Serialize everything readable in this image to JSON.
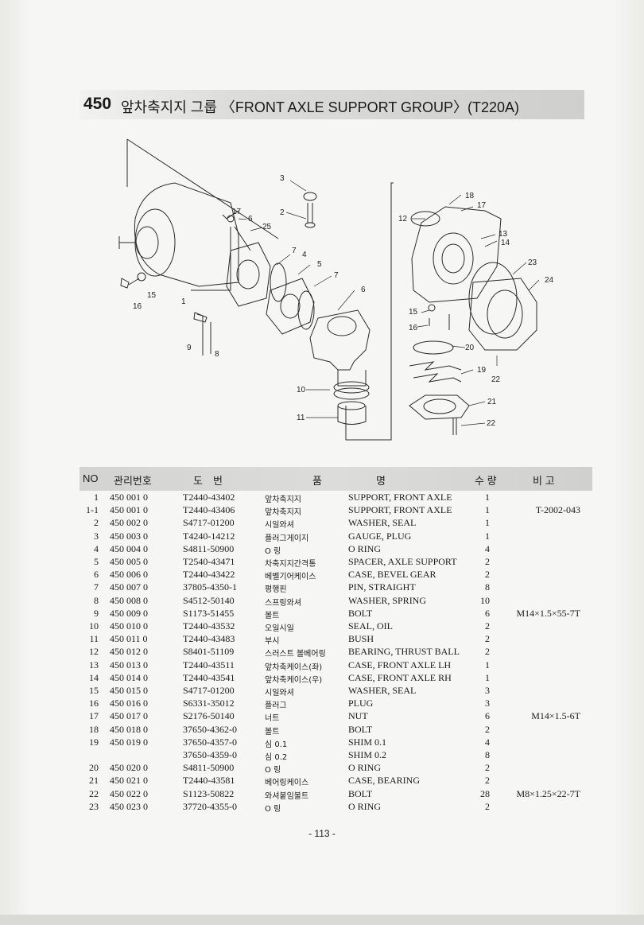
{
  "header": {
    "section_number": "450",
    "title": "앞차축지지 그룹 〈FRONT AXLE SUPPORT GROUP〉(T220A)"
  },
  "diagram": {
    "callouts": [
      "1",
      "2",
      "3",
      "4",
      "5",
      "6",
      "7",
      "8",
      "9",
      "10",
      "11",
      "12",
      "13",
      "14",
      "15",
      "16",
      "17",
      "18",
      "19",
      "20",
      "21",
      "22",
      "23",
      "24",
      "25"
    ]
  },
  "table": {
    "headers": {
      "no": "NO",
      "mgmt": "관리번호",
      "part": "도　번",
      "name_left": "품",
      "name_right": "명",
      "qty": "수 량",
      "remark": "비 고"
    },
    "rows": [
      {
        "no": "1",
        "mgmt": "450 001 0",
        "part": "T2440-43402",
        "kr": "앞차축지지",
        "en": "SUPPORT, FRONT AXLE",
        "qty": "1",
        "remark": ""
      },
      {
        "no": "1-1",
        "mgmt": "450 001 0",
        "part": "T2440-43406",
        "kr": "앞차축지지",
        "en": "SUPPORT, FRONT AXLE",
        "qty": "1",
        "remark": "T-2002-043"
      },
      {
        "no": "2",
        "mgmt": "450 002 0",
        "part": "S4717-01200",
        "kr": "시일와셔",
        "en": "WASHER, SEAL",
        "qty": "1",
        "remark": ""
      },
      {
        "no": "3",
        "mgmt": "450 003 0",
        "part": "T4240-14212",
        "kr": "플러그게이지",
        "en": "GAUGE, PLUG",
        "qty": "1",
        "remark": ""
      },
      {
        "no": "4",
        "mgmt": "450 004 0",
        "part": "S4811-50900",
        "kr": "O 링",
        "en": "O RING",
        "qty": "4",
        "remark": ""
      },
      {
        "no": "5",
        "mgmt": "450 005 0",
        "part": "T2540-43471",
        "kr": "차축지지간격통",
        "en": "SPACER, AXLE SUPPORT",
        "qty": "2",
        "remark": ""
      },
      {
        "no": "6",
        "mgmt": "450 006 0",
        "part": "T2440-43422",
        "kr": "베벨기어케이스",
        "en": "CASE, BEVEL GEAR",
        "qty": "2",
        "remark": ""
      },
      {
        "no": "7",
        "mgmt": "450 007 0",
        "part": "37805-4350-1",
        "kr": "평행핀",
        "en": "PIN, STRAIGHT",
        "qty": "8",
        "remark": ""
      },
      {
        "no": "8",
        "mgmt": "450 008 0",
        "part": "S4512-50140",
        "kr": "스프링와셔",
        "en": "WASHER, SPRING",
        "qty": "10",
        "remark": ""
      },
      {
        "no": "9",
        "mgmt": "450 009 0",
        "part": "S1173-51455",
        "kr": "볼트",
        "en": "BOLT",
        "qty": "6",
        "remark": "M14×1.5×55-7T"
      },
      {
        "no": "10",
        "mgmt": "450 010 0",
        "part": "T2440-43532",
        "kr": "오일시일",
        "en": "SEAL, OIL",
        "qty": "2",
        "remark": ""
      },
      {
        "no": "11",
        "mgmt": "450 011 0",
        "part": "T2440-43483",
        "kr": "부시",
        "en": "BUSH",
        "qty": "2",
        "remark": ""
      },
      {
        "no": "12",
        "mgmt": "450 012 0",
        "part": "S8401-51109",
        "kr": "스러스트 볼베어링",
        "en": "BEARING, THRUST BALL",
        "qty": "2",
        "remark": ""
      },
      {
        "no": "13",
        "mgmt": "450 013 0",
        "part": "T2440-43511",
        "kr": "앞차축케이스(좌)",
        "en": "CASE, FRONT AXLE LH",
        "qty": "1",
        "remark": ""
      },
      {
        "no": "14",
        "mgmt": "450 014 0",
        "part": "T2440-43541",
        "kr": "앞차축케이스(우)",
        "en": "CASE, FRONT AXLE RH",
        "qty": "1",
        "remark": ""
      },
      {
        "no": "15",
        "mgmt": "450 015 0",
        "part": "S4717-01200",
        "kr": "시일와셔",
        "en": "WASHER, SEAL",
        "qty": "3",
        "remark": ""
      },
      {
        "no": "16",
        "mgmt": "450 016 0",
        "part": "S6331-35012",
        "kr": "플러그",
        "en": "PLUG",
        "qty": "3",
        "remark": ""
      },
      {
        "no": "17",
        "mgmt": "450 017 0",
        "part": "S2176-50140",
        "kr": "너트",
        "en": "NUT",
        "qty": "6",
        "remark": "M14×1.5-6T"
      },
      {
        "no": "18",
        "mgmt": "450 018 0",
        "part": "37650-4362-0",
        "kr": "볼트",
        "en": "BOLT",
        "qty": "2",
        "remark": ""
      },
      {
        "no": "19",
        "mgmt": "450 019 0",
        "part": "37650-4357-0",
        "kr": "심 0.1",
        "en": "SHIM 0.1",
        "qty": "4",
        "remark": ""
      },
      {
        "no": "",
        "mgmt": "",
        "part": "37650-4359-0",
        "kr": "심 0.2",
        "en": "SHIM 0.2",
        "qty": "8",
        "remark": ""
      },
      {
        "no": "20",
        "mgmt": "450 020 0",
        "part": "S4811-50900",
        "kr": "O 링",
        "en": "O RING",
        "qty": "2",
        "remark": ""
      },
      {
        "no": "21",
        "mgmt": "450 021 0",
        "part": "T2440-43581",
        "kr": "베어링케이스",
        "en": "CASE, BEARING",
        "qty": "2",
        "remark": ""
      },
      {
        "no": "22",
        "mgmt": "450 022 0",
        "part": "S1123-50822",
        "kr": "와셔붙임볼트",
        "en": "BOLT",
        "qty": "28",
        "remark": "M8×1.25×22-7T"
      },
      {
        "no": "23",
        "mgmt": "450 023 0",
        "part": "37720-4355-0",
        "kr": "O 링",
        "en": "O RING",
        "qty": "2",
        "remark": ""
      }
    ]
  },
  "footer": {
    "page_number": "- 113 -"
  }
}
